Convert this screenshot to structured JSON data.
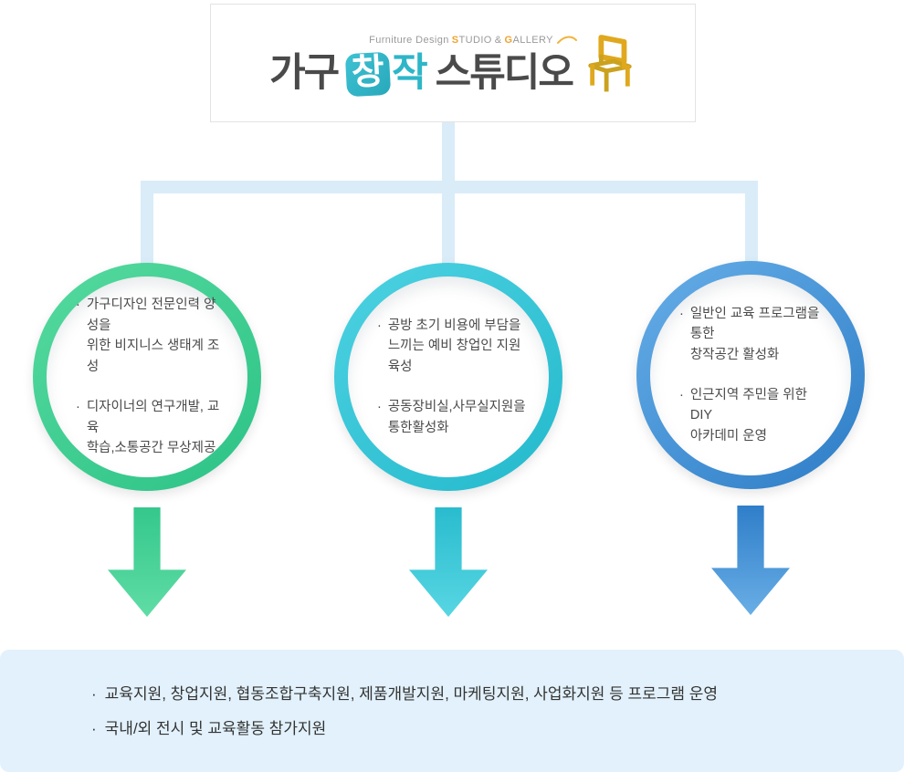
{
  "logo": {
    "tagline": {
      "part1": "Furniture Design",
      "s_accent": "S",
      "studio_rest": "TUDIO",
      "amp": "&",
      "g_accent": "G",
      "gallery_rest": "ALLERY"
    },
    "title": {
      "word1": "가구",
      "word2_char1": "창",
      "word2_char2": "작",
      "word3": "스튜디오"
    }
  },
  "glyphs": {
    "bullet": "·"
  },
  "circles": [
    {
      "theme": "green",
      "items": [
        "가구디자인 전문인력 양성을\n위한 비지니스 생태계 조성",
        "디자이너의 연구개발, 교육\n학습,소통공간 무상제공"
      ]
    },
    {
      "theme": "teal",
      "items": [
        "공방 초기 비용에 부담을\n느끼는 예비 창업인 지원 육성",
        "공동장비실,사무실지원을\n통한활성화"
      ]
    },
    {
      "theme": "blue",
      "items": [
        "일반인 교육 프로그램을 통한\n창작공간 활성화",
        "인근지역 주민을 위한 DIY\n아카데미 운영"
      ]
    }
  ],
  "footer": {
    "lines": [
      "교육지원, 창업지원, 협동조합구축지원, 제품개발지원, 마케팅지원, 사업화지원 등 프로그램 운영",
      "국내/외 전시 및 교육활동 참가지원"
    ]
  },
  "colors": {
    "green": "#2cc286",
    "teal": "#23b9cc",
    "blue": "#2d7cc6",
    "connector": "#d9ecf8",
    "accent_orange": "#f0a32e",
    "footer_bg": "#e2f1fb"
  }
}
